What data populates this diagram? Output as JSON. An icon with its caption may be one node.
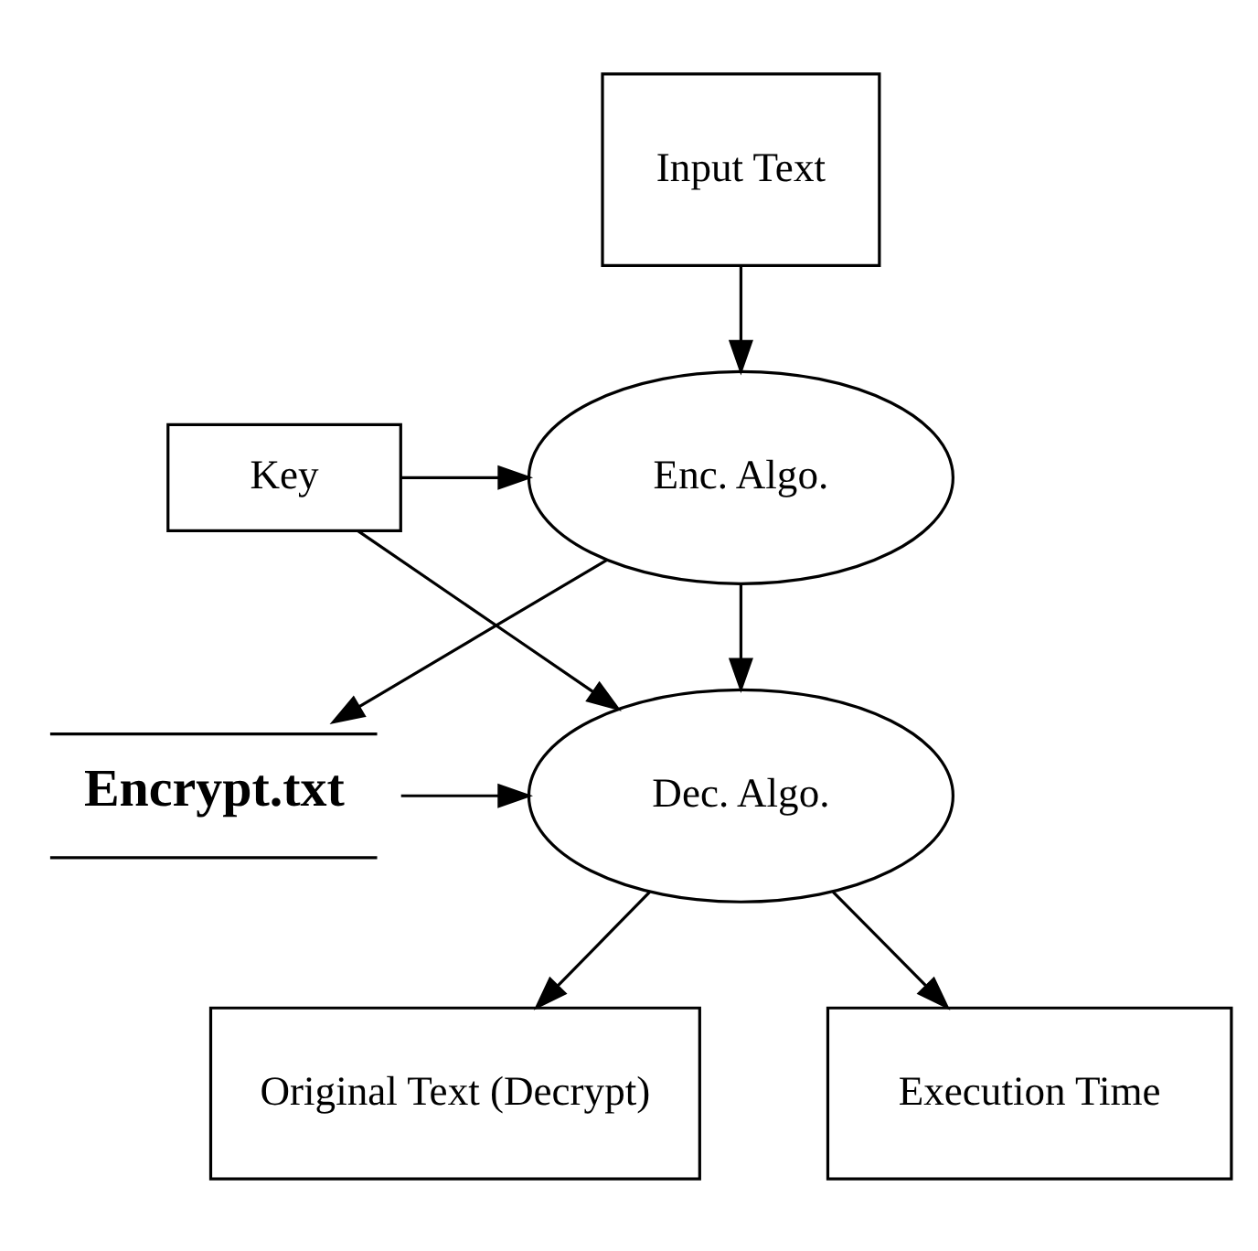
{
  "diagram": {
    "nodes": [
      {
        "text": [
          "Input Text"
        ]
      },
      {
        "text": [
          "Key"
        ]
      },
      {
        "text": [
          "Enc. Algo."
        ]
      },
      {
        "text": [
          "Encrypt.txt"
        ]
      },
      {
        "text": [
          "Dec. Algo."
        ]
      },
      {
        "text": [
          "Original Text (Decrypt)"
        ]
      },
      {
        "text": [
          "Execution Time"
        ]
      }
    ],
    "edges": [
      {
        "from": 0,
        "to": 2,
        "arrow": "to"
      },
      {
        "from": 1,
        "to": 2,
        "arrow": "to"
      },
      {
        "from": 1,
        "to": 4,
        "arrow": "to"
      },
      {
        "from": 2,
        "to": 3,
        "arrow": "to"
      },
      {
        "from": 2,
        "to": 4,
        "arrow": "to"
      },
      {
        "from": 3,
        "to": 4,
        "arrow": "to"
      },
      {
        "from": 4,
        "to": 5,
        "arrow": "to"
      },
      {
        "from": 4,
        "to": 6,
        "arrow": "to"
      }
    ]
  }
}
